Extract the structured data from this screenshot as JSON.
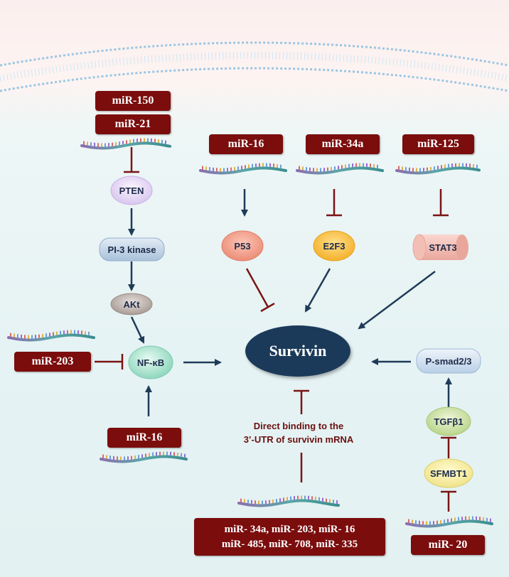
{
  "membrane": {
    "name": "cell-membrane"
  },
  "mirnas": {
    "mir150": "miR-150",
    "mir21": "miR-21",
    "mir16_top": "miR-16",
    "mir34a": "miR-34a",
    "mir125": "miR-125",
    "mir203": "miR-203",
    "mir16_left": "miR-16",
    "mir20": "miR- 20"
  },
  "nodes": {
    "pten": "PTEN",
    "pi3k": "PI-3 kinase",
    "akt": "AKt",
    "nfkb": "NF-κB",
    "p53": "P53",
    "e2f3": "E2F3",
    "stat3": "STAT3",
    "survivin": "Survivin",
    "psmad": "P-smad2/3",
    "tgfb1": "TGFβ1",
    "sfmbt1": "SFMBT1"
  },
  "annotation": {
    "line1": "Direct binding to the",
    "line2": "3’-UTR of survivin mRNA"
  },
  "bottom_box": {
    "line1": "miR- 34a, miR- 203, miR- 16",
    "line2": "miR- 485, miR- 708, miR- 335"
  },
  "colors": {
    "mirna_box": "#7b0d0d",
    "survivin": "#1b3a5a",
    "activation_arrow": "#1f3b58",
    "inhibition": "#7b1414"
  }
}
